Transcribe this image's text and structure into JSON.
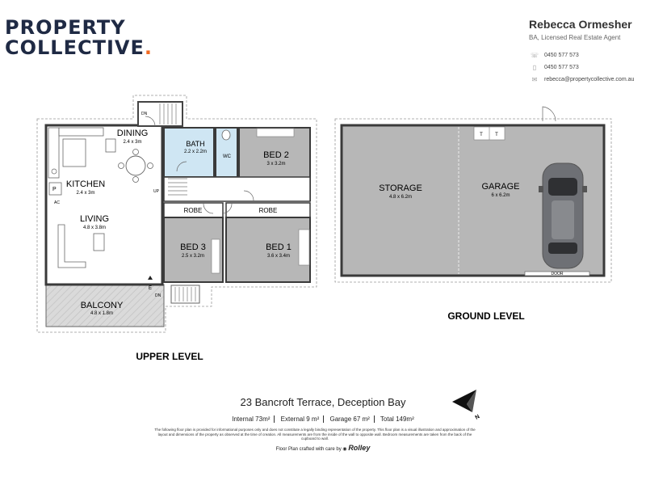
{
  "brand": {
    "line1": "PROPERTY",
    "line2": "COLLECTIVE",
    "dot": ".",
    "accent_color": "#f26a21",
    "text_color": "#1f2a44"
  },
  "agent": {
    "name": "Rebecca Ormesher",
    "title": "BA, Licensed Real Estate Agent",
    "phone1": "0450 577 573",
    "phone2": "0450 577 573",
    "email": "rebecca@propertycollective.com.au",
    "icons": [
      "phone-icon",
      "mobile-icon",
      "email-icon"
    ]
  },
  "upper_level": {
    "heading": "UPPER LEVEL",
    "rooms": {
      "dining": {
        "name": "DINING",
        "dims": "2.4 x 3m"
      },
      "kitchen": {
        "name": "KITCHEN",
        "dims": "2.4 x 3m"
      },
      "living": {
        "name": "LIVING",
        "dims": "4.8 x 3.8m"
      },
      "balcony": {
        "name": "BALCONY",
        "dims": "4.8 x 1.8m"
      },
      "bath": {
        "name": "BATH",
        "dims": "2.2 x 2.2m"
      },
      "wc": {
        "name": "WC"
      },
      "bed2": {
        "name": "BED 2",
        "dims": "3 x 3.2m"
      },
      "bed3": {
        "name": "BED 3",
        "dims": "2.5 x 3.2m"
      },
      "bed1": {
        "name": "BED 1",
        "dims": "3.6 x 3.4m"
      },
      "robe1": {
        "name": "ROBE"
      },
      "robe2": {
        "name": "ROBE"
      }
    },
    "labels": {
      "dn_top": "DN",
      "dn_bottom": "DN",
      "up": "UP",
      "p": "P",
      "ac": "AC",
      "e": "E"
    },
    "colors": {
      "room_grey": "#b7b7b7",
      "bath_blue": "#cfe6f3",
      "balcony_grey": "#d9d9d9"
    }
  },
  "ground_level": {
    "heading": "GROUND LEVEL",
    "rooms": {
      "storage": {
        "name": "STORAGE",
        "dims": "4.8 x 6.2m"
      },
      "garage": {
        "name": "GARAGE",
        "dims": "6 x 6.2m"
      }
    },
    "labels": {
      "t1": "T",
      "t2": "T",
      "door": "DOOR"
    }
  },
  "footer": {
    "address": "23 Bancroft Terrace, Deception Bay",
    "internal_label": "Internal",
    "internal_value": "73m²",
    "external_label": "External",
    "external_value": "9  m²",
    "garage_label": "Garage",
    "garage_value": "67 m²",
    "total_label": "Total",
    "total_value": "149m²",
    "disclaimer": "The following floor plan is provided for informational purposes only and does not constitute a legally binding representation of the property. This floor plan is a visual illustration and approximation of the layout and dimensions of the property as observed at the time of creation. All measurements are from the inside of the wall to opposite wall. Bedroom measurements are taken from the back of the cupboard to wall.",
    "crafted": "Floor Plan crafted with care by",
    "crafted_brand": "Rolley",
    "compass": "N"
  }
}
